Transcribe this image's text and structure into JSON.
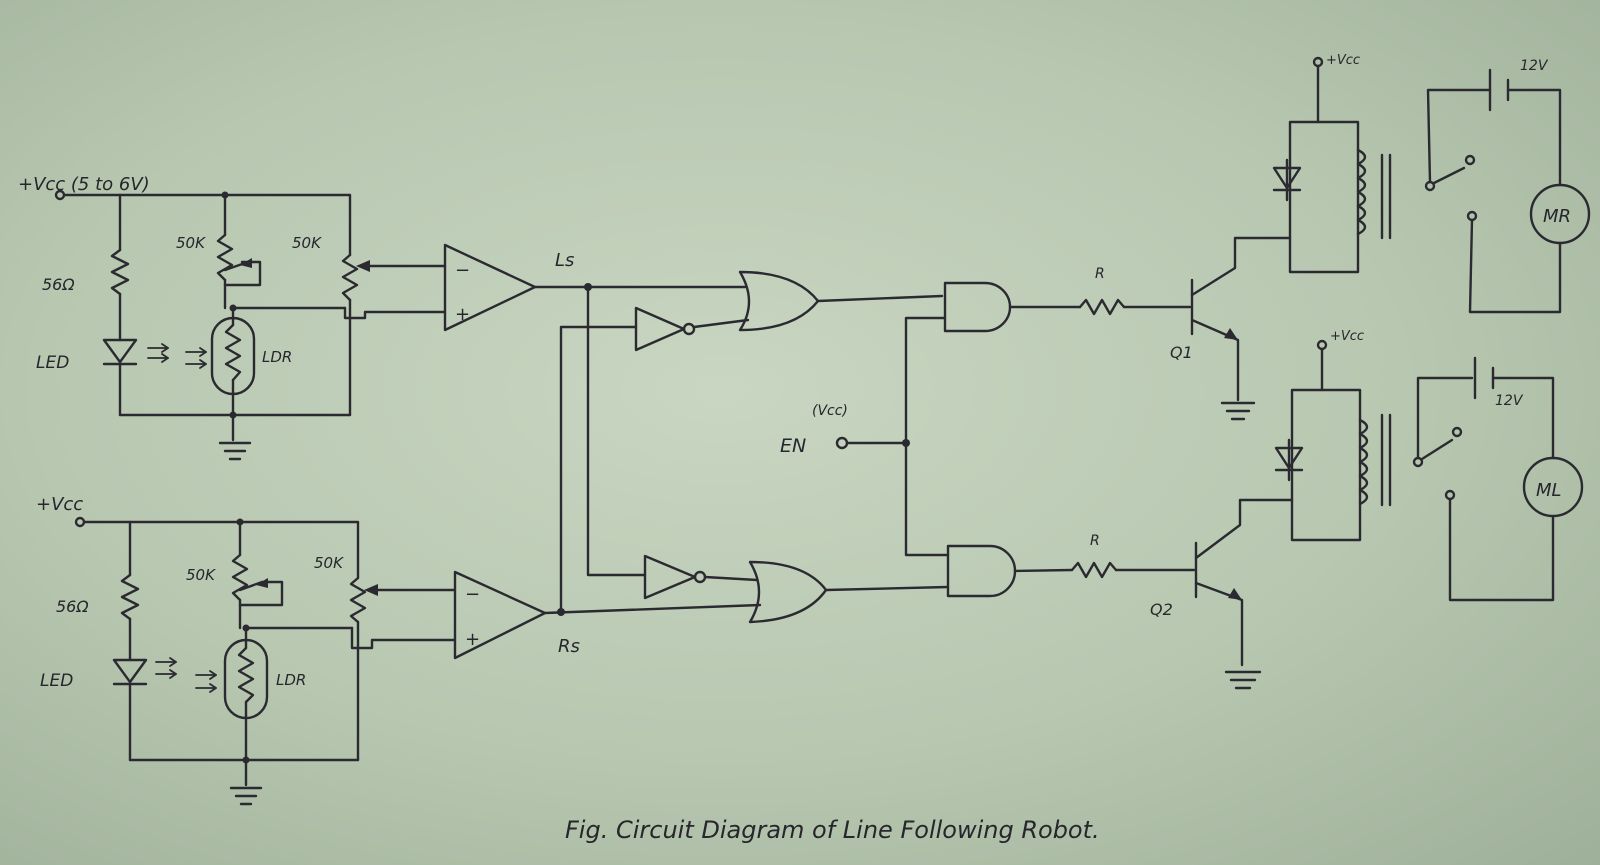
{
  "diagram": {
    "caption": "Fig. Circuit Diagram of Line Following Robot.",
    "sensor_top": {
      "supply": "+Vcc (5 to 6V)",
      "resistor": "56Ω",
      "pot1": "50K",
      "pot2": "50K",
      "led": "LED",
      "ldr": "LDR"
    },
    "sensor_bottom": {
      "supply": "+Vcc",
      "resistor": "56Ω",
      "pot1": "50K",
      "pot2": "50K",
      "led": "LED",
      "ldr": "LDR"
    },
    "opamp_minus": "−",
    "opamp_plus": "+",
    "signal_left": "Ls",
    "signal_right": "Rs",
    "enable_label": "EN",
    "enable_supply": "(Vcc)",
    "resistor_r1": "R",
    "resistor_r2": "R",
    "transistor_1": "Q1",
    "transistor_2": "Q2",
    "relay_supply_top": "+Vcc",
    "relay_supply_bottom": "+Vcc",
    "battery_top": "12V",
    "battery_bottom": "12V",
    "motor_top": "MR",
    "motor_bottom": "ML"
  }
}
